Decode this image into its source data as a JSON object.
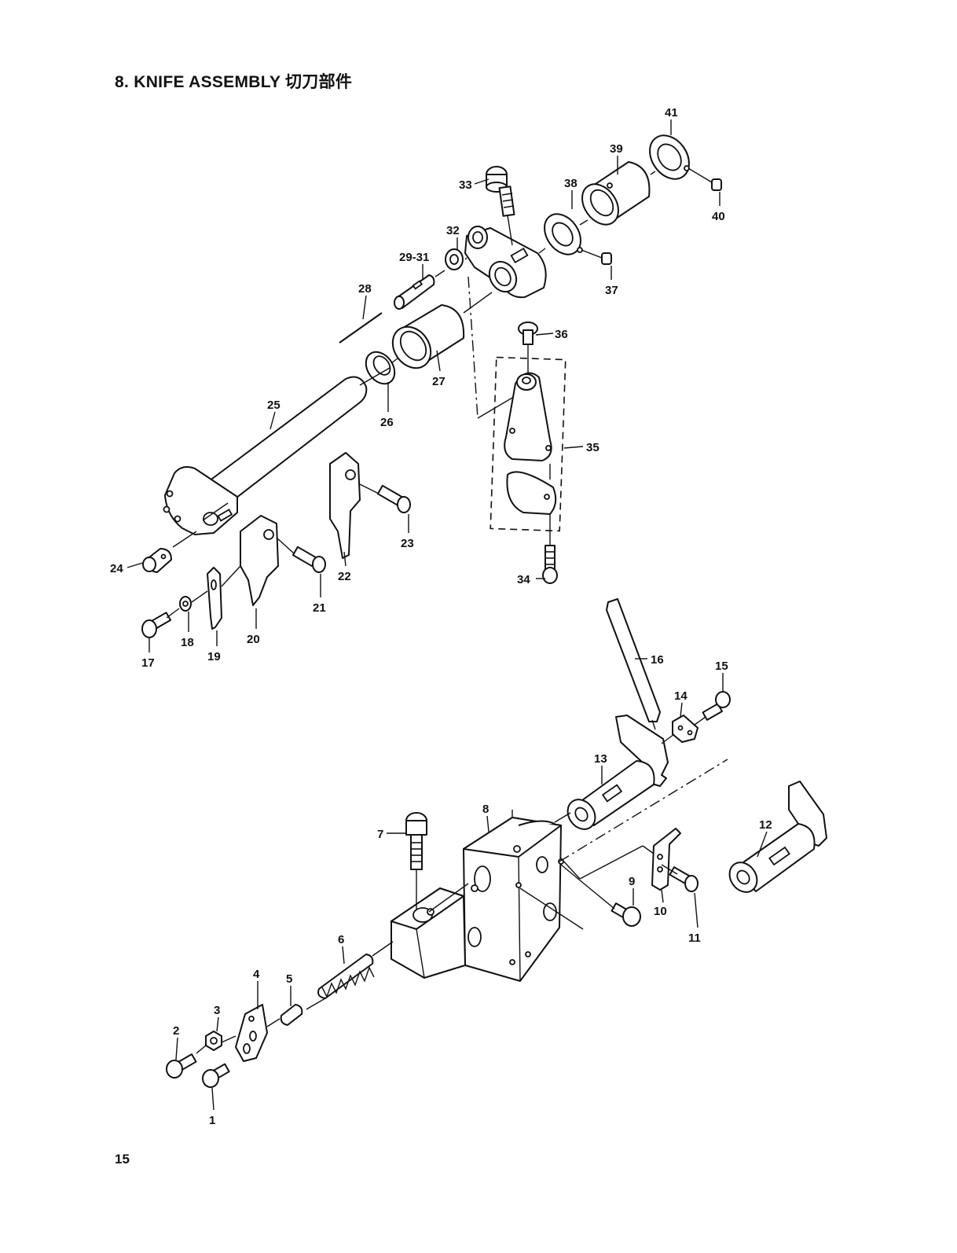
{
  "title": "8. KNIFE ASSEMBLY  切刀部件",
  "page_number": "15",
  "callouts": [
    {
      "id": "c1",
      "label": "1"
    },
    {
      "id": "c2",
      "label": "2"
    },
    {
      "id": "c3",
      "label": "3"
    },
    {
      "id": "c4",
      "label": "4"
    },
    {
      "id": "c5",
      "label": "5"
    },
    {
      "id": "c6",
      "label": "6"
    },
    {
      "id": "c7",
      "label": "7"
    },
    {
      "id": "c8",
      "label": "8"
    },
    {
      "id": "c9",
      "label": "9"
    },
    {
      "id": "c10",
      "label": "10"
    },
    {
      "id": "c11",
      "label": "11"
    },
    {
      "id": "c12",
      "label": "12"
    },
    {
      "id": "c13",
      "label": "13"
    },
    {
      "id": "c14",
      "label": "14"
    },
    {
      "id": "c15",
      "label": "15"
    },
    {
      "id": "c16",
      "label": "16"
    },
    {
      "id": "c17",
      "label": "17"
    },
    {
      "id": "c18",
      "label": "18"
    },
    {
      "id": "c19",
      "label": "19"
    },
    {
      "id": "c20",
      "label": "20"
    },
    {
      "id": "c21",
      "label": "21"
    },
    {
      "id": "c22",
      "label": "22"
    },
    {
      "id": "c23",
      "label": "23"
    },
    {
      "id": "c24",
      "label": "24"
    },
    {
      "id": "c25",
      "label": "25"
    },
    {
      "id": "c26",
      "label": "26"
    },
    {
      "id": "c27",
      "label": "27"
    },
    {
      "id": "c28",
      "label": "28"
    },
    {
      "id": "c29",
      "label": "29-31"
    },
    {
      "id": "c32",
      "label": "32"
    },
    {
      "id": "c33",
      "label": "33"
    },
    {
      "id": "c34",
      "label": "34"
    },
    {
      "id": "c35",
      "label": "35"
    },
    {
      "id": "c36",
      "label": "36"
    },
    {
      "id": "c37",
      "label": "37"
    },
    {
      "id": "c38",
      "label": "38"
    },
    {
      "id": "c39",
      "label": "39"
    },
    {
      "id": "c40",
      "label": "40"
    },
    {
      "id": "c41",
      "label": "41"
    }
  ]
}
